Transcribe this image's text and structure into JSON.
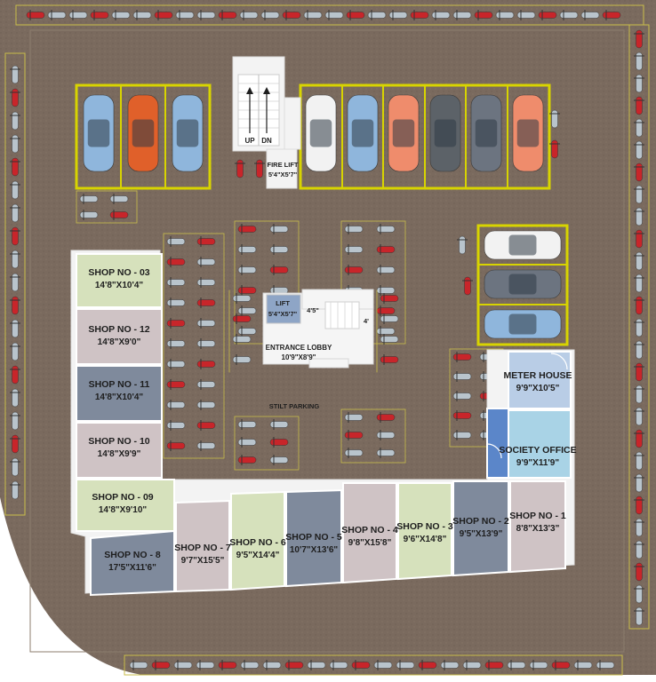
{
  "colors": {
    "ground": "#7a6a5e",
    "path": "#cdbfa8",
    "wall": "#f3f3f3",
    "green": "#d6e1bc",
    "mauve": "#cfc3c5",
    "slate": "#7f8a9c",
    "blue": "#b9cde6",
    "sky": "#a9d3e6",
    "yellow": "#d8d400",
    "lobby": "#f5f5f5"
  },
  "rooms": [
    {
      "id": "shop-03",
      "name": "SHOP NO - 03",
      "dim": "14'8\"X10'4\""
    },
    {
      "id": "shop-12",
      "name": "SHOP NO - 12",
      "dim": "14'8\"X9'0\""
    },
    {
      "id": "shop-11",
      "name": "SHOP NO - 11",
      "dim": "14'8\"X10'4\""
    },
    {
      "id": "shop-10",
      "name": "SHOP NO - 10",
      "dim": "14'8\"X9'9\""
    },
    {
      "id": "shop-09",
      "name": "SHOP NO - 09",
      "dim": "14'8\"X9'10\""
    },
    {
      "id": "shop-8",
      "name": "SHOP NO - 8",
      "dim": "17'5\"X11'6\""
    },
    {
      "id": "shop-7",
      "name": "SHOP NO - 7",
      "dim": "9'7\"X15'5\""
    },
    {
      "id": "shop-6",
      "name": "SHOP NO - 6",
      "dim": "9'5\"X14'4\""
    },
    {
      "id": "shop-5",
      "name": "SHOP NO - 5",
      "dim": "10'7\"X13'6\""
    },
    {
      "id": "shop-4",
      "name": "SHOP NO - 4",
      "dim": "9'8\"X15'8\""
    },
    {
      "id": "shop-3",
      "name": "SHOP NO - 3",
      "dim": "9'6\"X14'8\""
    },
    {
      "id": "shop-2",
      "name": "SHOP NO - 2",
      "dim": "9'5\"X13'9\""
    },
    {
      "id": "shop-1",
      "name": "SHOP NO - 1",
      "dim": "8'8\"X13'3\""
    },
    {
      "id": "meter-house",
      "name": "METER HOUSE",
      "dim": "9'9\"X10'5\""
    },
    {
      "id": "society-office",
      "name": "SOCIETY OFFICE",
      "dim": "9'9\"X11'9\""
    }
  ],
  "labels": {
    "lift_name": "LIFT",
    "lift_dim": "5'4\"X5'7\"",
    "lobby_name": "ENTRANCE LOBBY",
    "lobby_dim": "10'9\"X8'9\"",
    "dim_a": "4'5\"",
    "dim_b": "4'",
    "fire_lift_name": "FIRE LIFT",
    "fire_lift_dim": "5'4\"X5'7\"",
    "stair_up": "UP",
    "stair_dn": "DN",
    "stilt_parking": "STILT PARKING"
  },
  "car_colors": [
    "#8fb6dc",
    "#e0602a",
    "#8fb6dc",
    "#f2f2f2",
    "#8fb6dc",
    "#ef8c6c",
    "#5c6268",
    "#6c7480",
    "#ef8c6c",
    "#f2f2f2",
    "#6c7480",
    "#8fb6dc"
  ],
  "bike_colors": [
    "#b9c4cc",
    "#c8252a",
    "#b9c4cc",
    "#b9c4cc",
    "#c8252a",
    "#b9c4cc"
  ]
}
